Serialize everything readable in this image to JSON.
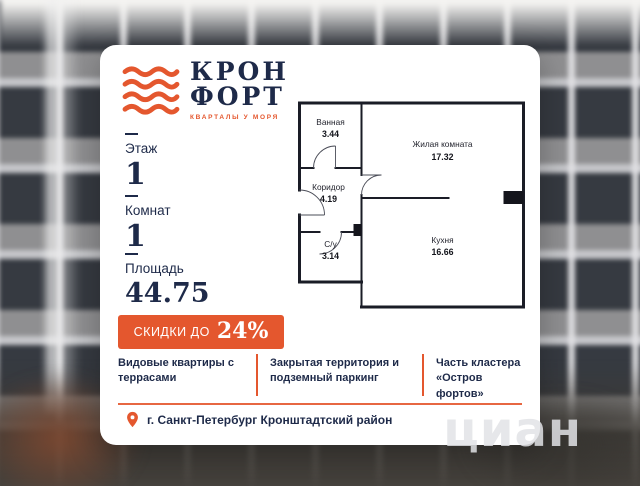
{
  "colors": {
    "accent": "#E4572E",
    "navy": "#1E2A49"
  },
  "brand": {
    "logo_line1": "КРОН",
    "logo_line2": "ФОРТ",
    "tagline": "КВАРТАЛЫ У МОРЯ"
  },
  "specs": {
    "floor_label": "Этаж",
    "floor_value": "1",
    "rooms_label": "Комнат",
    "rooms_value": "1",
    "area_label": "Площадь",
    "area_value": "44.75"
  },
  "floor_plan": {
    "rooms": [
      {
        "name": "Ванная",
        "area": "3.44"
      },
      {
        "name": "Жилая комната",
        "area": "17.32"
      },
      {
        "name": "Коридор",
        "area": "4.19"
      },
      {
        "name": "С/у",
        "area": "3.14"
      },
      {
        "name": "Кухня",
        "area": "16.66"
      }
    ]
  },
  "banner": {
    "prefix": "СКИДКИ ДО",
    "value": "24%"
  },
  "features": [
    {
      "text": "Видовые квартиры с террасами"
    },
    {
      "text": "Закрытая территория и подземный паркинг"
    },
    {
      "text": "Часть кластера «Остров фортов»"
    }
  ],
  "location": {
    "text": "г. Санкт-Петербург Кронштадтский район"
  },
  "watermark": {
    "text": "циан"
  }
}
